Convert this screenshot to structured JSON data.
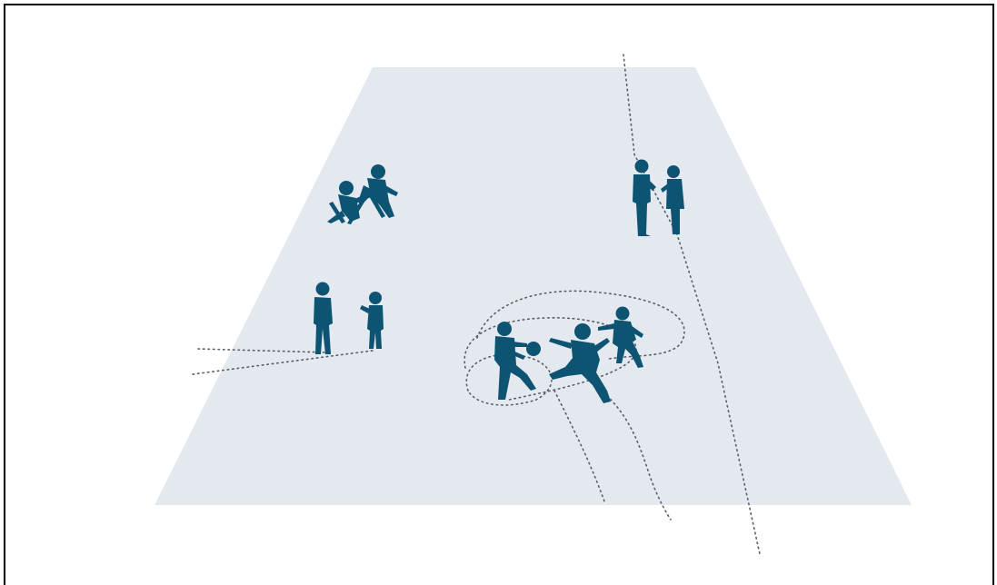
{
  "colors": {
    "background": "#ffffff",
    "frame": "#000000",
    "floor": "#e4e9f0",
    "figure": "#0d5472",
    "path": "#55606a"
  },
  "scene": {
    "groups": [
      {
        "name": "people-sitting-at-table",
        "count": 2
      },
      {
        "name": "two-adults-talking",
        "count": 2
      },
      {
        "name": "adult-and-child",
        "count": 2
      },
      {
        "name": "children-playing-ball",
        "count": 3
      }
    ]
  }
}
